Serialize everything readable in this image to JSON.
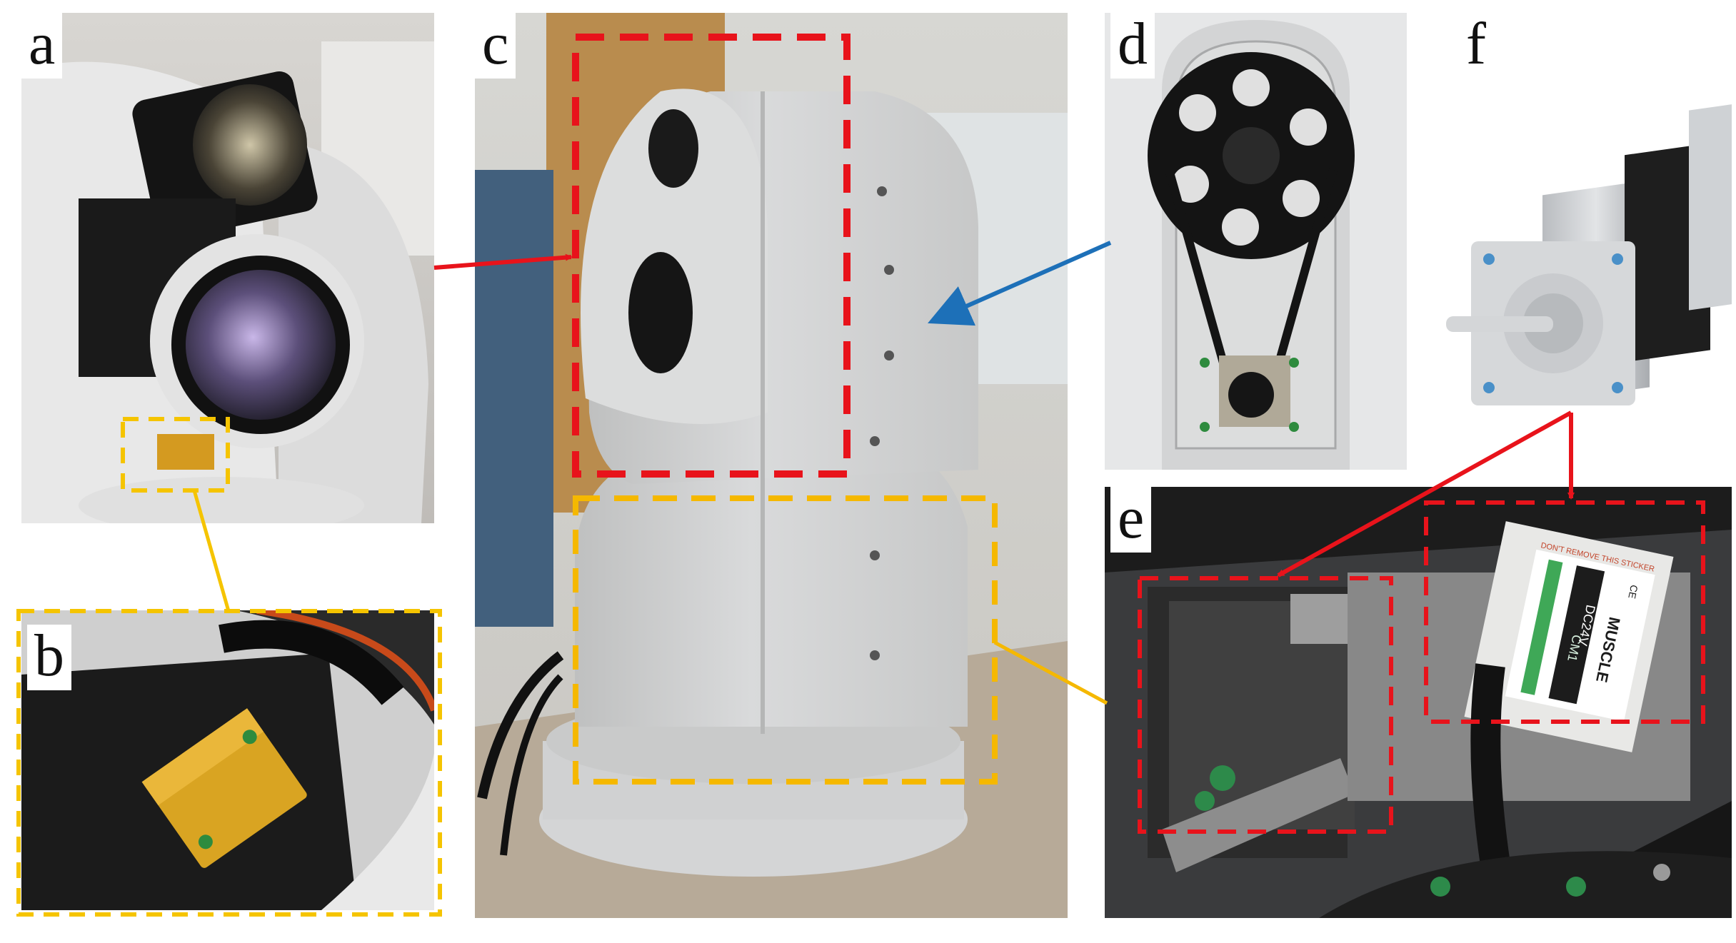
{
  "panels": {
    "a": {
      "label": "a"
    },
    "b": {
      "label": "b"
    },
    "c": {
      "label": "c"
    },
    "d": {
      "label": "d"
    },
    "e": {
      "label": "e"
    },
    "f": {
      "label": "f"
    }
  },
  "sticker": {
    "warning": "DON'T REMOVE THIS STICKER",
    "model": "CM1",
    "voltage": "DC24V",
    "brand": "MUSCLE",
    "ce": "CE"
  },
  "colors": {
    "highlight_red": "#e8131b",
    "highlight_yellow": "#f5b800",
    "arrow_blue": "#1d70b8",
    "device_white": "#d9dadb",
    "lens_black": "#151515",
    "brass": "#d49a20"
  }
}
